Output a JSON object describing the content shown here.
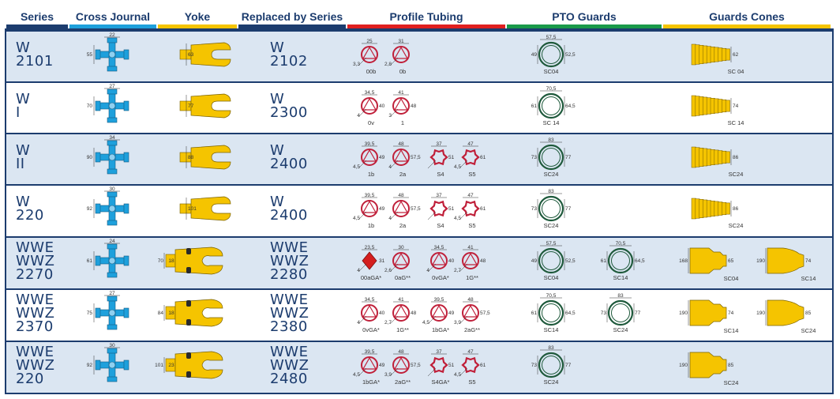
{
  "headers": [
    {
      "label": "Series",
      "bar": "#1c3c6e"
    },
    {
      "label": "Cross Journal",
      "bar": "#1ea0dc"
    },
    {
      "label": "Yoke",
      "bar": "#f5c400"
    },
    {
      "label": "Replaced by Series",
      "bar": "#1c3c6e"
    },
    {
      "label": "Profile Tubing",
      "bar": "#e02020"
    },
    {
      "label": "PTO Guards",
      "bar": "#1a9a4a"
    },
    {
      "label": "Guards Cones",
      "bar": "#f5c400"
    }
  ],
  "colors": {
    "navy": "#1c3c6e",
    "cross": "#1ea0dc",
    "yoke": "#f5c400",
    "tube": "#c0203a",
    "guard": "#1f5a3c",
    "cone": "#f5c400"
  },
  "rows": [
    {
      "series": [
        "W",
        "2101"
      ],
      "cross": {
        "top": "22",
        "left": "55"
      },
      "yoke": {
        "dim": "63",
        "type": "small"
      },
      "replaced": [
        "W",
        "2102"
      ],
      "tubes": [
        {
          "shape": "tri",
          "top": "25",
          "side": "",
          "diag": "3,3",
          "code": "00b"
        },
        {
          "shape": "tri",
          "top": "31",
          "side": "",
          "diag": "2,8",
          "code": "0b"
        }
      ],
      "guards": [
        {
          "top": "57,5",
          "left": "49",
          "right": "52,5",
          "code": "SC04"
        }
      ],
      "cones": [
        {
          "type": "ribbed",
          "right": "62",
          "left": "",
          "code": "SC 04"
        }
      ]
    },
    {
      "series": [
        "W",
        "I"
      ],
      "cross": {
        "top": "27",
        "left": "70"
      },
      "yoke": {
        "dim": "77",
        "type": "medium"
      },
      "replaced": [
        "W",
        "2300"
      ],
      "tubes": [
        {
          "shape": "tri",
          "top": "34,5",
          "side": "40",
          "diag": "4",
          "code": "0v"
        },
        {
          "shape": "tri",
          "top": "41",
          "side": "48",
          "diag": "3",
          "code": "1"
        }
      ],
      "guards": [
        {
          "top": "70,5",
          "left": "61",
          "right": "64,5",
          "code": "SC 14"
        }
      ],
      "cones": [
        {
          "type": "ribbed",
          "right": "74",
          "left": "",
          "code": "SC 14"
        }
      ]
    },
    {
      "series": [
        "W",
        "II"
      ],
      "cross": {
        "top": "34",
        "left": "90"
      },
      "yoke": {
        "dim": "88",
        "type": "medium"
      },
      "replaced": [
        "W",
        "2400"
      ],
      "tubes": [
        {
          "shape": "tri",
          "top": "39,5",
          "side": "49",
          "diag": "4,5",
          "code": "1b"
        },
        {
          "shape": "tri",
          "top": "48",
          "side": "57,5",
          "diag": "4",
          "code": "2a"
        },
        {
          "shape": "star",
          "top": "37",
          "side": "51",
          "diag": "",
          "code": "S4"
        },
        {
          "shape": "star",
          "top": "47",
          "side": "61",
          "diag": "4,5",
          "code": "S5"
        }
      ],
      "guards": [
        {
          "top": "83",
          "left": "73",
          "right": "77",
          "code": "SC24"
        }
      ],
      "cones": [
        {
          "type": "ribbed",
          "right": "86",
          "left": "",
          "code": "SC24"
        }
      ]
    },
    {
      "series": [
        "W",
        "220"
      ],
      "cross": {
        "top": "30",
        "left": "92"
      },
      "yoke": {
        "dim": "101",
        "type": "medium"
      },
      "replaced": [
        "W",
        "2400"
      ],
      "tubes": [
        {
          "shape": "tri",
          "top": "39,5",
          "side": "49",
          "diag": "4,5",
          "code": "1b"
        },
        {
          "shape": "tri",
          "top": "48",
          "side": "57,5",
          "diag": "4",
          "code": "2a"
        },
        {
          "shape": "star",
          "top": "37",
          "side": "51",
          "diag": "",
          "code": "S4"
        },
        {
          "shape": "star",
          "top": "47",
          "side": "61",
          "diag": "4,5",
          "code": "S5"
        }
      ],
      "guards": [
        {
          "top": "83",
          "left": "73",
          "right": "77",
          "code": "SC24"
        }
      ],
      "cones": [
        {
          "type": "ribbed",
          "right": "86",
          "left": "",
          "code": "SC24"
        }
      ]
    },
    {
      "series": [
        "WWE",
        "WWZ",
        "2270"
      ],
      "cross": {
        "top": "24",
        "left": "61"
      },
      "yoke": {
        "dim": "70",
        "dim2": "18",
        "type": "wide"
      },
      "replaced": [
        "WWE",
        "WWZ",
        "2280"
      ],
      "tubes": [
        {
          "shape": "lemon",
          "top": "23,5",
          "side": "31",
          "diag": "4",
          "code": "00aGA*"
        },
        {
          "shape": "tri",
          "top": "30",
          "side": "",
          "diag": "2,6",
          "code": "0aG**"
        },
        {
          "shape": "tri",
          "top": "34,5",
          "side": "40",
          "diag": "4",
          "code": "0vGA*"
        },
        {
          "shape": "tri",
          "top": "41",
          "side": "48",
          "diag": "2,7",
          "code": "1G**"
        }
      ],
      "guards": [
        {
          "top": "57,5",
          "left": "49",
          "right": "52,5",
          "code": "SC04"
        },
        {
          "top": "70,5",
          "left": "61",
          "right": "64,5",
          "code": "SC14"
        }
      ],
      "cones": [
        {
          "type": "stepped",
          "right": "65",
          "left": "168",
          "code": "SC04"
        },
        {
          "type": "smooth",
          "right": "74",
          "left": "190",
          "code": "SC14"
        }
      ]
    },
    {
      "series": [
        "WWE",
        "WWZ",
        "2370"
      ],
      "cross": {
        "top": "27",
        "left": "75"
      },
      "yoke": {
        "dim": "84",
        "dim2": "18",
        "type": "wide"
      },
      "replaced": [
        "WWE",
        "WWZ",
        "2380"
      ],
      "tubes": [
        {
          "shape": "tri",
          "top": "34,5",
          "side": "40",
          "diag": "4",
          "code": "0vGA*"
        },
        {
          "shape": "tri",
          "top": "41",
          "side": "48",
          "diag": "2,7",
          "code": "1G**"
        },
        {
          "shape": "tri",
          "top": "39,5",
          "side": "49",
          "diag": "4,5",
          "code": "1bGA*"
        },
        {
          "shape": "tri",
          "top": "48",
          "side": "57,5",
          "diag": "3,9",
          "code": "2aG**"
        }
      ],
      "guards": [
        {
          "top": "70,5",
          "left": "61",
          "right": "64,5",
          "code": "SC14"
        },
        {
          "top": "83",
          "left": "73",
          "right": "77",
          "code": "SC24"
        }
      ],
      "cones": [
        {
          "type": "stepped",
          "right": "74",
          "left": "190",
          "code": "SC14"
        },
        {
          "type": "smooth",
          "right": "85",
          "left": "190",
          "code": "SC24"
        }
      ]
    },
    {
      "series": [
        "WWE",
        "WWZ",
        "220"
      ],
      "cross": {
        "top": "30",
        "left": "92"
      },
      "yoke": {
        "dim": "101",
        "dim2": "23",
        "type": "wide"
      },
      "replaced": [
        "WWE",
        "WWZ",
        "2480"
      ],
      "tubes": [
        {
          "shape": "tri",
          "top": "39,5",
          "side": "49",
          "diag": "4,5",
          "code": "1bGA*"
        },
        {
          "shape": "tri",
          "top": "48",
          "side": "57,5",
          "diag": "3,9",
          "code": "2aG**"
        },
        {
          "shape": "star",
          "top": "37",
          "side": "51",
          "diag": "",
          "code": "S4GA*"
        },
        {
          "shape": "star",
          "top": "47",
          "side": "61",
          "diag": "4,5",
          "code": "S5"
        }
      ],
      "guards": [
        {
          "top": "83",
          "left": "73",
          "right": "77",
          "code": "SC24"
        }
      ],
      "cones": [
        {
          "type": "stepped",
          "right": "85",
          "left": "190",
          "code": "SC24"
        }
      ]
    }
  ]
}
